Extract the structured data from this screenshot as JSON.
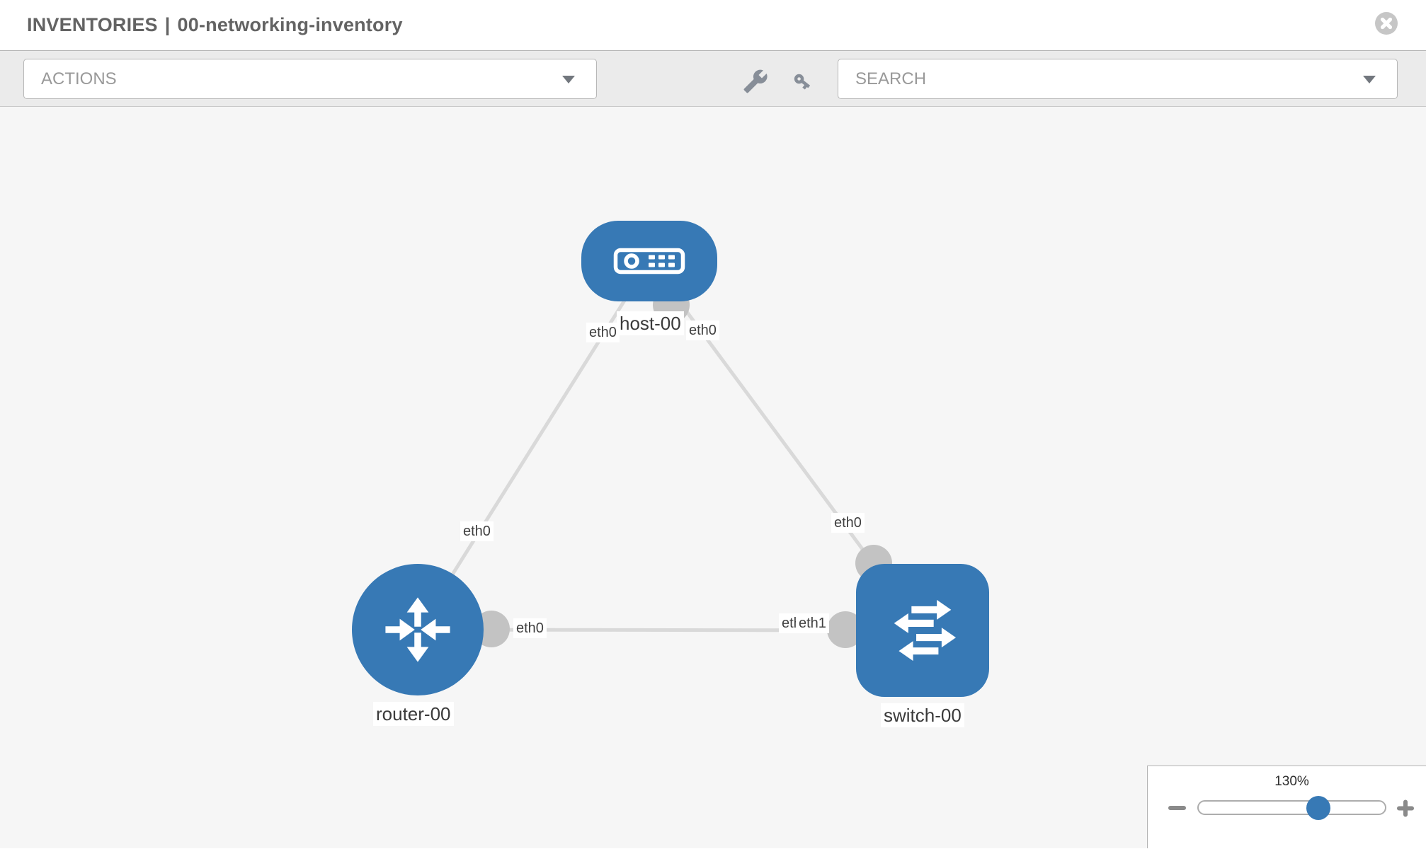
{
  "header": {
    "section": "INVENTORIES",
    "separator": "|",
    "name": "00-networking-inventory"
  },
  "toolbar": {
    "actions_label": "ACTIONS",
    "search_label": "SEARCH",
    "tool_icons": [
      "wrench",
      "key"
    ]
  },
  "topology": {
    "nodes": {
      "host": {
        "label": "host-00",
        "type": "host"
      },
      "router": {
        "label": "router-00",
        "type": "router"
      },
      "switch": {
        "label": "switch-00",
        "type": "switch"
      }
    },
    "links": [
      {
        "from": "host-00",
        "from_interface": "eth0",
        "to": "router-00",
        "to_interface": "eth0"
      },
      {
        "from": "host-00",
        "from_interface": "eth0",
        "to": "switch-00",
        "to_interface": "eth0"
      },
      {
        "from": "router-00",
        "from_interface": "eth0",
        "to": "switch-00",
        "to_interface": "eth1"
      }
    ],
    "interface_labels": {
      "router_top": "eth0",
      "host_left": "eth0",
      "host_right": "eth0",
      "switch_top": "eth0",
      "router_right": "eth0",
      "switch_left_back": "eth0",
      "switch_left_front": "eth1"
    }
  },
  "zoom_control": {
    "level": "130%"
  },
  "colors": {
    "node_blue": "#3779b5",
    "link_gray": "#d9d9d9",
    "endpoint_gray": "#c3c3c3",
    "canvas_bg": "#f6f6f6",
    "toolbar_bg": "#ebebeb"
  }
}
